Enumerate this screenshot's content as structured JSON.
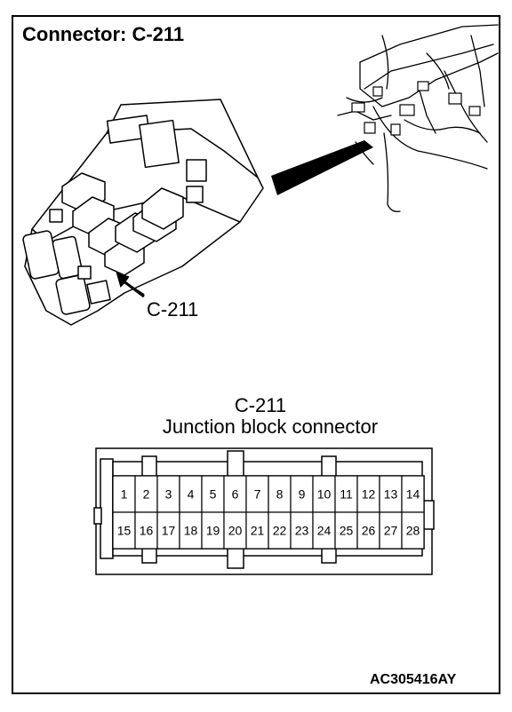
{
  "title": "Connector: C-211",
  "callout_label": "C-211",
  "connector": {
    "name": "C-211",
    "description": "Junction block connector",
    "top_row": [
      "1",
      "2",
      "3",
      "4",
      "5",
      "6",
      "7",
      "8",
      "9",
      "10",
      "11",
      "12",
      "13",
      "14"
    ],
    "bottom_row": [
      "15",
      "16",
      "17",
      "18",
      "19",
      "20",
      "21",
      "22",
      "23",
      "24",
      "25",
      "26",
      "27",
      "28"
    ]
  },
  "figure_code": "AC305416AY"
}
